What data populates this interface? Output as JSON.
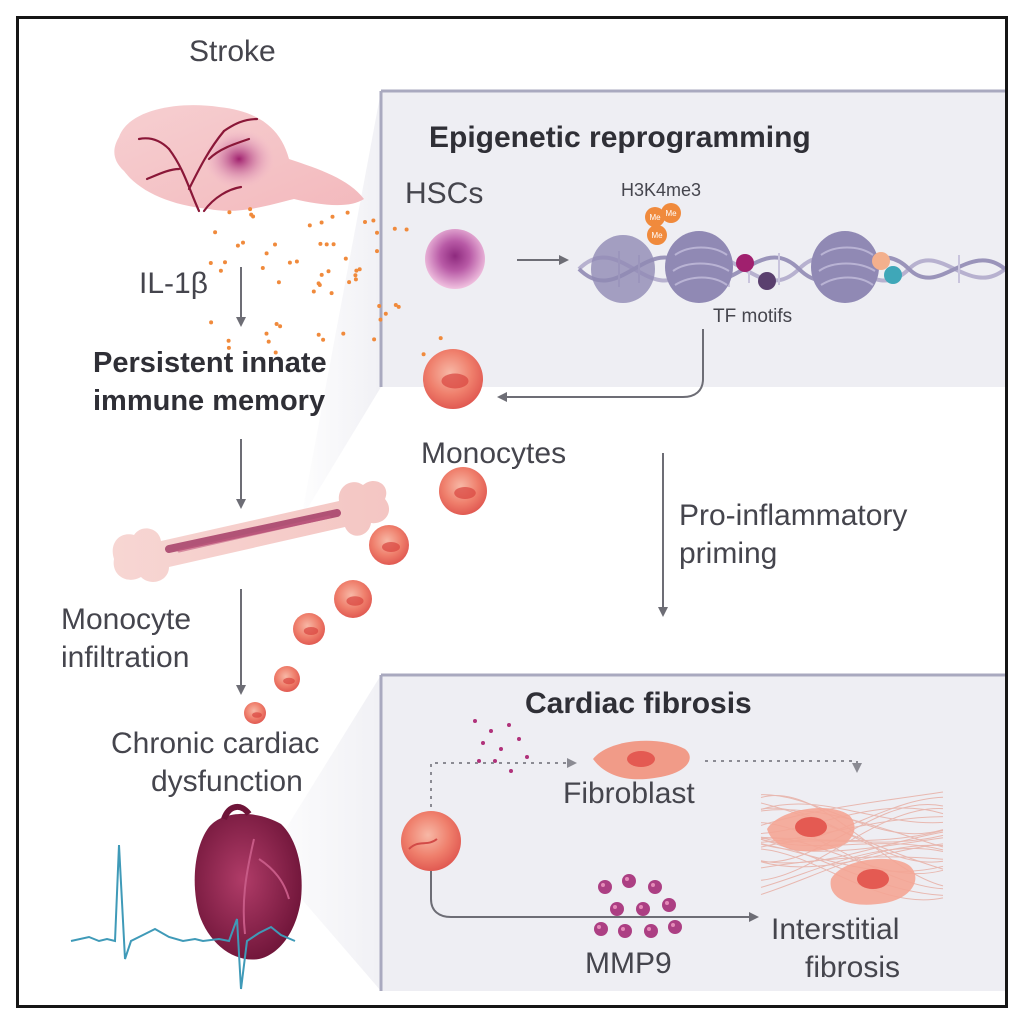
{
  "labels": {
    "stroke": "Stroke",
    "il1b": "IL-1β",
    "persistent_line1": "Persistent innate",
    "persistent_line2": "immune memory",
    "monocyte_infiltration_line1": "Monocyte",
    "monocyte_infiltration_line2": "infiltration",
    "chronic_line1": "Chronic cardiac",
    "chronic_line2": "dysfunction"
  },
  "epigenetic_panel": {
    "title": "Epigenetic reprogramming",
    "hscs": "HSCs",
    "h3k4me3": "H3K4me3",
    "me_tag": "Me",
    "tf_motifs": "TF motifs",
    "monocytes": "Monocytes",
    "priming_line1": "Pro-inflammatory",
    "priming_line2": "priming"
  },
  "fibrosis_panel": {
    "title": "Cardiac fibrosis",
    "fibroblast": "Fibroblast",
    "mmp9": "MMP9",
    "interstitial_line1": "Interstitial",
    "interstitial_line2": "fibrosis"
  },
  "colors": {
    "panel_fill": "#eeeef3",
    "panel_border": "#a9a9bf",
    "arrow": "#6d6d75",
    "dots_orange": "#f08a3c",
    "monocyte": "#e8554f",
    "hsc": "#a23a8f",
    "ecg": "#3f9ab8",
    "heart": "#8e1f4a",
    "text": "#3c3c44"
  }
}
